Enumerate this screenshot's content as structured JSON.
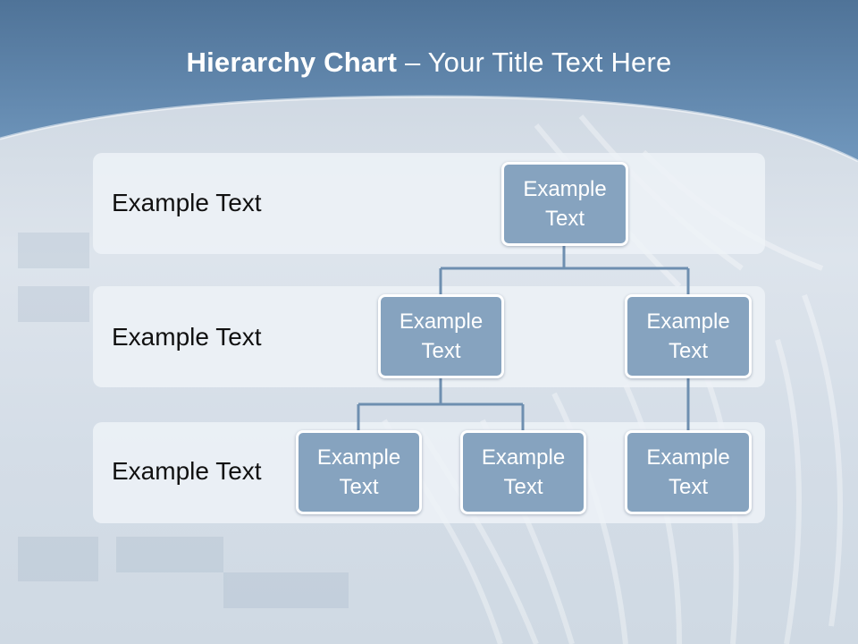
{
  "title": {
    "bold": "Hierarchy Chart",
    "rest": " – Your Title Text Here"
  },
  "rows": [
    {
      "label": "Example Text"
    },
    {
      "label": "Example Text"
    },
    {
      "label": "Example Text"
    }
  ],
  "nodes": {
    "root": "Example Text",
    "level2_left": "Example Text",
    "level2_right": "Example Text",
    "level3_a": "Example Text",
    "level3_b": "Example Text",
    "level3_c": "Example Text"
  },
  "colors": {
    "header_blue": "#5f86ad",
    "node_fill": "#86a3bf",
    "connector": "#6e8fb0",
    "band_fill": "#eef2f7"
  }
}
